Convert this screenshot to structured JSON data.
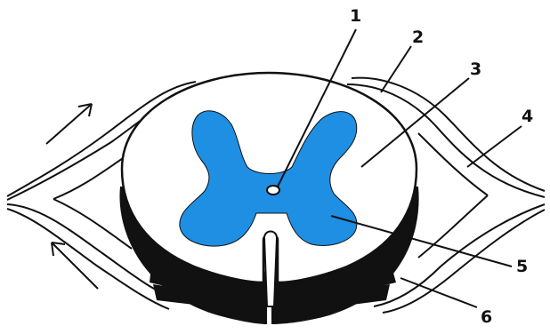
{
  "diagram": {
    "labels": [
      "1",
      "2",
      "3",
      "4",
      "5",
      "6"
    ]
  },
  "colors": {
    "grey_matter": "#1e8fe3",
    "outline": "#111111",
    "background": "#ffffff"
  }
}
